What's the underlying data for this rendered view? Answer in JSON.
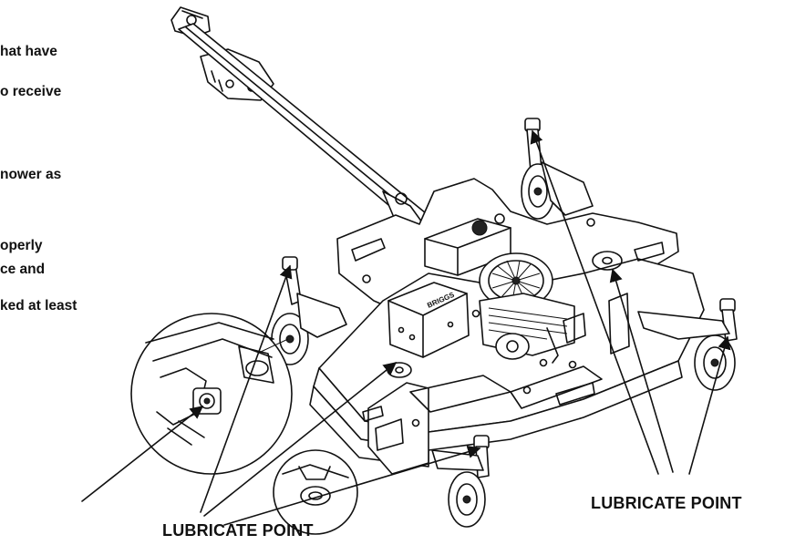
{
  "text_fragments": [
    "hat have",
    "o receive",
    "nower as",
    "operly",
    "ce and",
    "ked at least"
  ],
  "callouts": {
    "left": "LUBRICATE POINT",
    "right": "LUBRICATE POINT"
  },
  "engine_label": "BRIGGS"
}
